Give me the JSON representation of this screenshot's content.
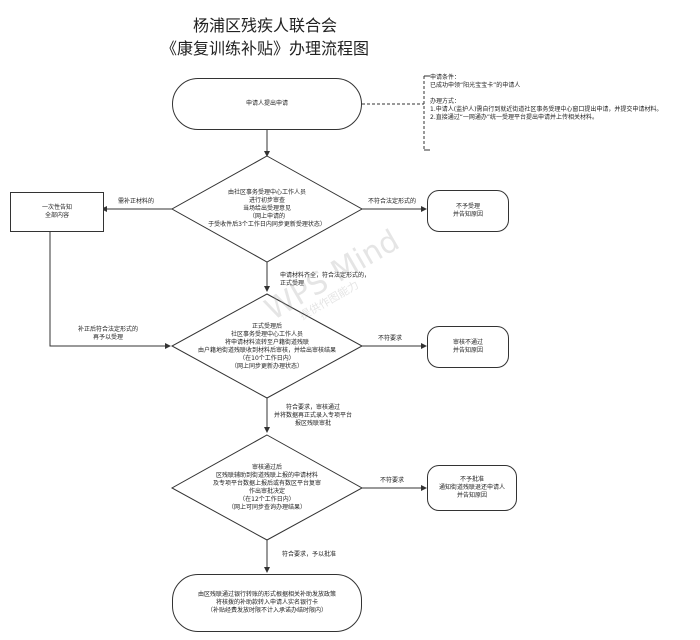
{
  "title": {
    "line1": "杨浦区残疾人联合会",
    "line2": "《康复训练补贴》办理流程图"
  },
  "nodes": {
    "start": "申请人提出申请",
    "review1": "由社区事务受理中心工作人员\n进行初步审查\n当场给出受理意见\n（网上申请的\n于受收件后3个工作日内同步更新受理状态）",
    "reject1": "不予受理\n并告知原因",
    "supplement": "一次性告知\n全部内容",
    "review2": "正式受理后\n社区事务受理中心工作人员\n将申请材料流转至户籍街道残联\n由户籍地街道残联收到材料后审核，并给出审核结果\n（在10个工作日内）\n（网上同步更新办理状态）",
    "reject2": "审核不通过\n并告知原因",
    "review3": "审核通过后\n区残联辅助到街道残联上报的申请材料\n及专项平台数据上报后或有数区平台复审\n作出审批决定\n（在12个工作日内）\n（网上可同步查询办理结果）",
    "reject3": "不予批准\n通知街道残联退还申请人\n并告知原因",
    "end": "由区残联通过银行转账的形式根据相关补助发放政策\n将核拨的补助款转入申请人实名银行卡\n（补贴经费发放时限不计入承诺办结时限内）"
  },
  "labels": {
    "supplement_materials": "需补正材料的",
    "not_legal_form": "不符合法定形式的",
    "accepted": "申请材料齐全，符合法定形式的，\n正式受理",
    "resubmit": "补正后符合法定形式的\n再予以受理",
    "not_met_2": "不符要求",
    "met_2": "符合要求，审核通过\n并将数据再正式录入专项平台\n报区残联审批",
    "not_met_3": "不符要求",
    "met_3": "符合要求，予以批准"
  },
  "note": {
    "text": "申请条件：\n    已成功申领“阳光宝宝卡”的申请人\n\n办理方式：\n1.申请人(监护人)需自行到就近街道社区事务受理中心窗口提出申请，并提交申请材料。\n2.直接通过“一网通办”统一受理平台提出申请并上传相关材料。"
  },
  "watermark": {
    "main": "WPS Mind",
    "sub": "提供作图能力"
  }
}
